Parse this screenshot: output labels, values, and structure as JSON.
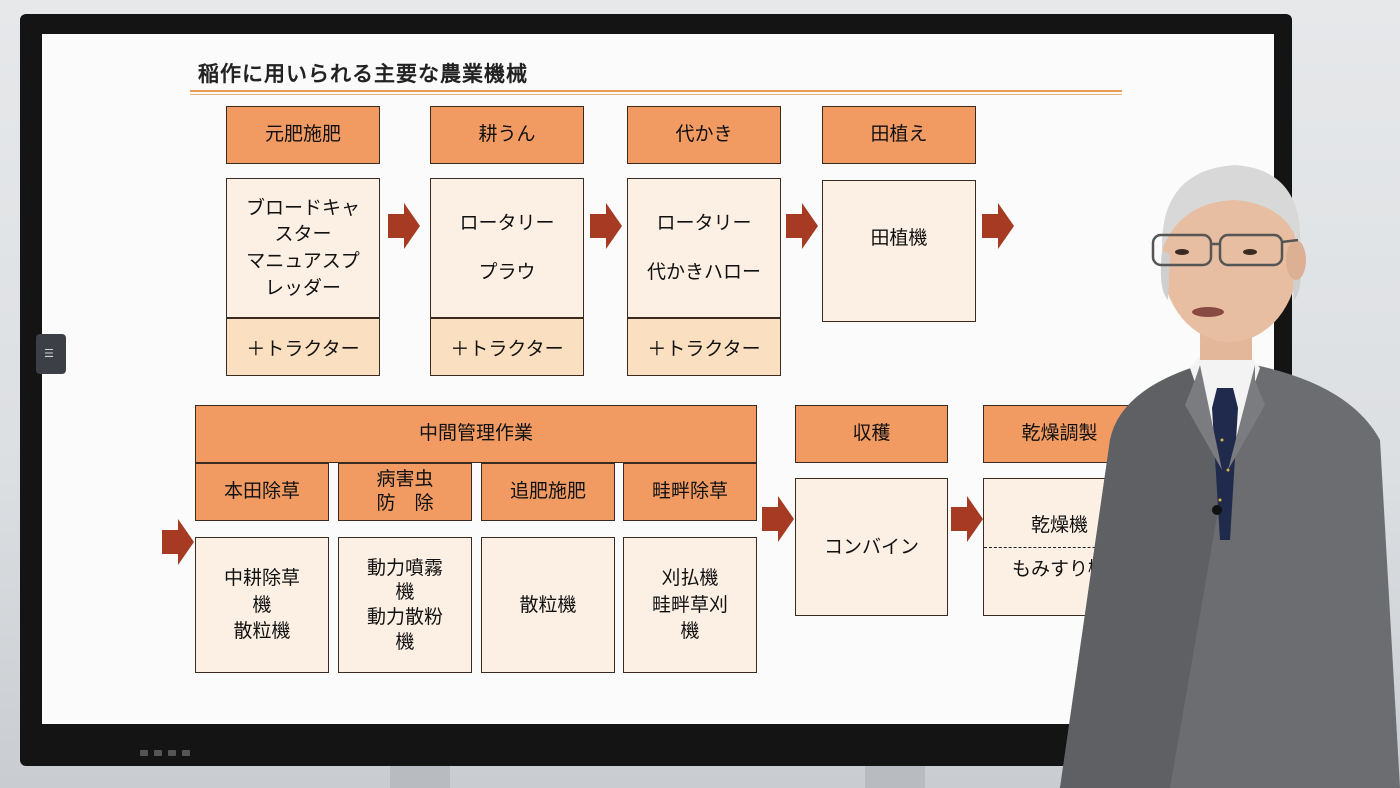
{
  "slide": {
    "title": "稲作に用いられる主要な農業機械"
  },
  "row1": [
    {
      "header": "元肥施肥",
      "body": [
        "ブロードキャ",
        "スター",
        "マニュアスプ",
        "レッダー"
      ],
      "tractor": "＋トラクター"
    },
    {
      "header": "耕うん",
      "body": [
        "ロータリー",
        "プラウ"
      ],
      "tractor": "＋トラクター"
    },
    {
      "header": "代かき",
      "body": [
        "ロータリー",
        "代かきハロー"
      ],
      "tractor": "＋トラクター"
    },
    {
      "header": "田植え",
      "body": [
        "田植機"
      ]
    }
  ],
  "mid_management": {
    "header": "中間管理作業",
    "items": [
      {
        "header": [
          "本田除草"
        ],
        "body": [
          "中耕除草",
          "機",
          "散粒機"
        ]
      },
      {
        "header": [
          "病害虫",
          "防　除"
        ],
        "body": [
          "動力噴霧",
          "機",
          "動力散粉",
          "機"
        ]
      },
      {
        "header": [
          "追肥施肥"
        ],
        "body": [
          "散粒機"
        ]
      },
      {
        "header": [
          "畦畔除草"
        ],
        "body": [
          "刈払機",
          "畦畔草刈",
          "機"
        ]
      }
    ]
  },
  "harvest": {
    "header": "収穫",
    "body": "コンバイン"
  },
  "drying": {
    "header": "乾燥調製",
    "body_top": "乾燥機",
    "body_bottom": "もみすり機"
  },
  "ui": {
    "side_tab_icon": "menu-icon"
  },
  "colors": {
    "header_fill": "#f19b63",
    "body_fill": "#fcefe3",
    "tractor_fill": "#fae0c0",
    "arrow_fill": "#a63a22",
    "rule": "#e79b55"
  }
}
